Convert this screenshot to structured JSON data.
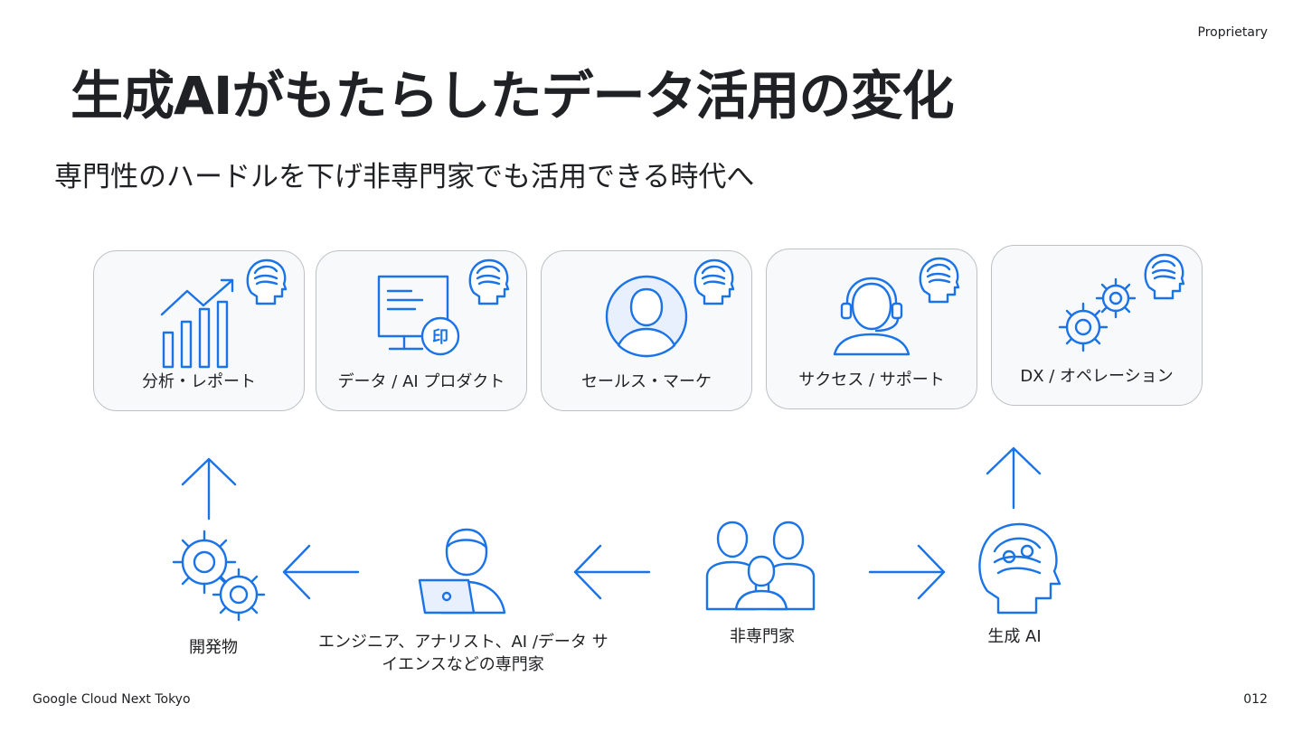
{
  "header": {
    "proprietary": "Proprietary",
    "title": "生成AIがもたらしたデータ活用の変化",
    "subtitle": "専門性のハードルを下げ非専門家でも活用できる時代へ"
  },
  "cards": [
    {
      "label": "分析・レポート",
      "icon": "chart-icon"
    },
    {
      "label": "データ / AI プロダクト",
      "icon": "monitor-icon"
    },
    {
      "label": "セールス・マーケ",
      "icon": "person-icon"
    },
    {
      "label": "サクセス / サポート",
      "icon": "headset-icon"
    },
    {
      "label": "DX / オペレーション",
      "icon": "gears-icon"
    }
  ],
  "flow": {
    "development": "開発物",
    "engineers_line1": "エンジニア、アナリスト、AI /データ サ",
    "engineers_line2": "イエンスなどの専門家",
    "non_experts": "非専門家",
    "gen_ai": "生成 AI"
  },
  "footer": {
    "event": "Google Cloud Next Tokyo",
    "page_number": "012"
  },
  "colors": {
    "accent": "#1a73e8",
    "card_border": "#bdc1c6",
    "card_bg": "#f8f9fa"
  }
}
